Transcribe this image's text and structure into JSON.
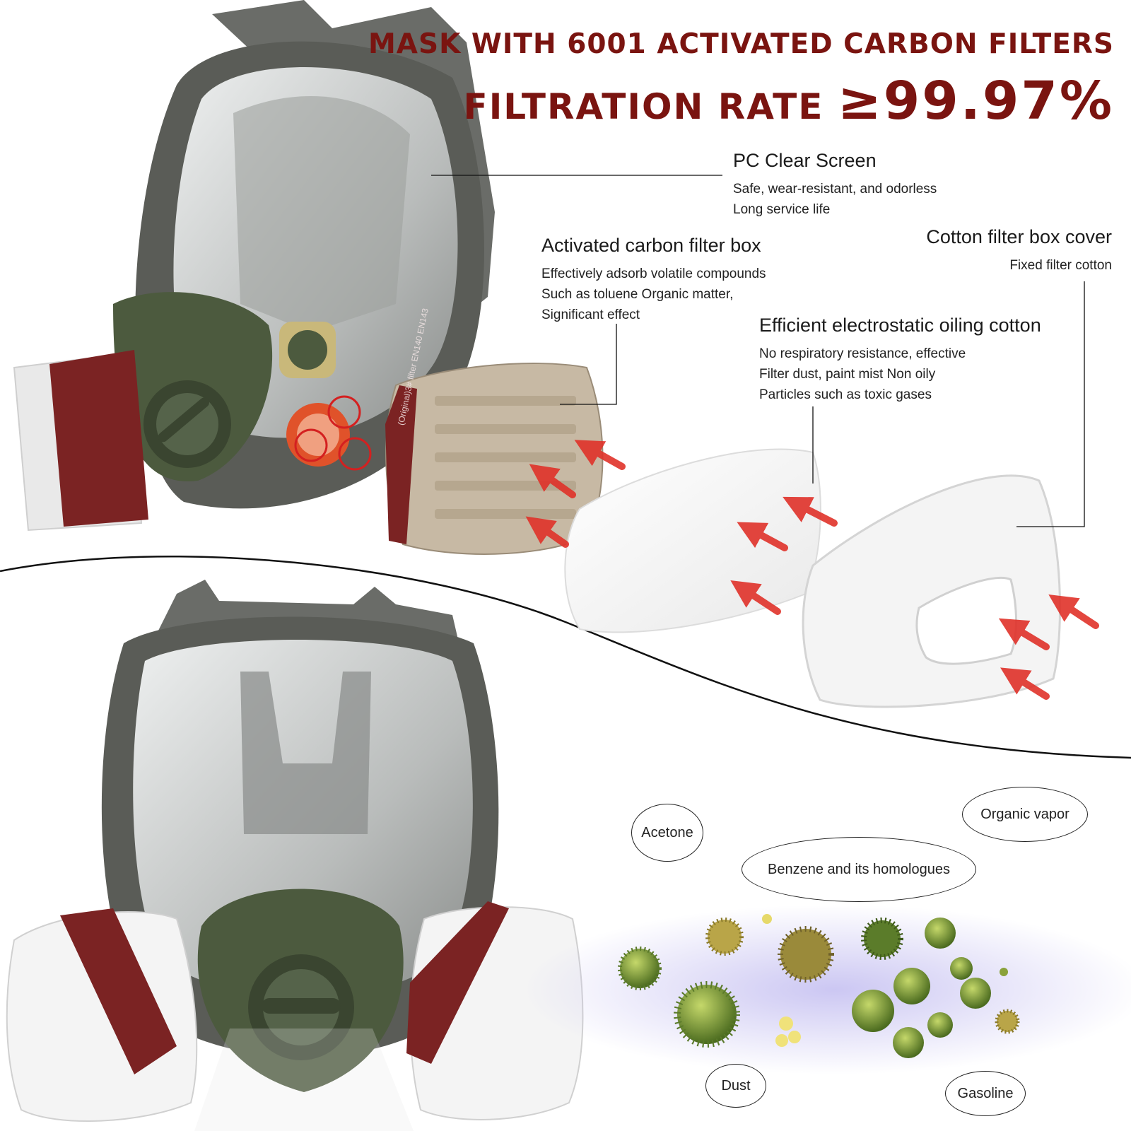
{
  "headline": {
    "line1": "MASK WITH 6001 ACTIVATED CARBON FILTERS",
    "line2_prefix": "FILTRATION RATE",
    "line2_rate": "≥99.97%"
  },
  "callouts": {
    "pc_screen": {
      "title": "PC Clear Screen",
      "lines": [
        "Safe, wear-resistant, and odorless",
        "Long service life"
      ]
    },
    "carbon_box": {
      "title": "Activated carbon filter box",
      "lines": [
        "Effectively adsorb volatile compounds",
        "Such as toluene Organic matter,",
        "Significant effect"
      ]
    },
    "cotton_cover": {
      "title": "Cotton filter box cover",
      "lines": [
        "Fixed filter cotton"
      ]
    },
    "electrostatic": {
      "title": "Efficient electrostatic oiling cotton",
      "lines": [
        "No respiratory resistance, effective",
        "Filter dust, paint mist Non oily",
        "Particles such as toxic gases"
      ]
    }
  },
  "contaminants": {
    "acetone": "Acetone",
    "organic_vapor": "Organic vapor",
    "benzene": "Benzene and its homologues",
    "dust": "Dust",
    "gasoline": "Gasoline"
  },
  "cartridge_print": "(Original)3# filter EN140 EN143",
  "colors": {
    "headline": "#7a1410",
    "mask_frame": "#5a5c57",
    "cartridge_band": "#7b2323",
    "arrow": "#e0322a",
    "haze": "#c9c4f2"
  }
}
